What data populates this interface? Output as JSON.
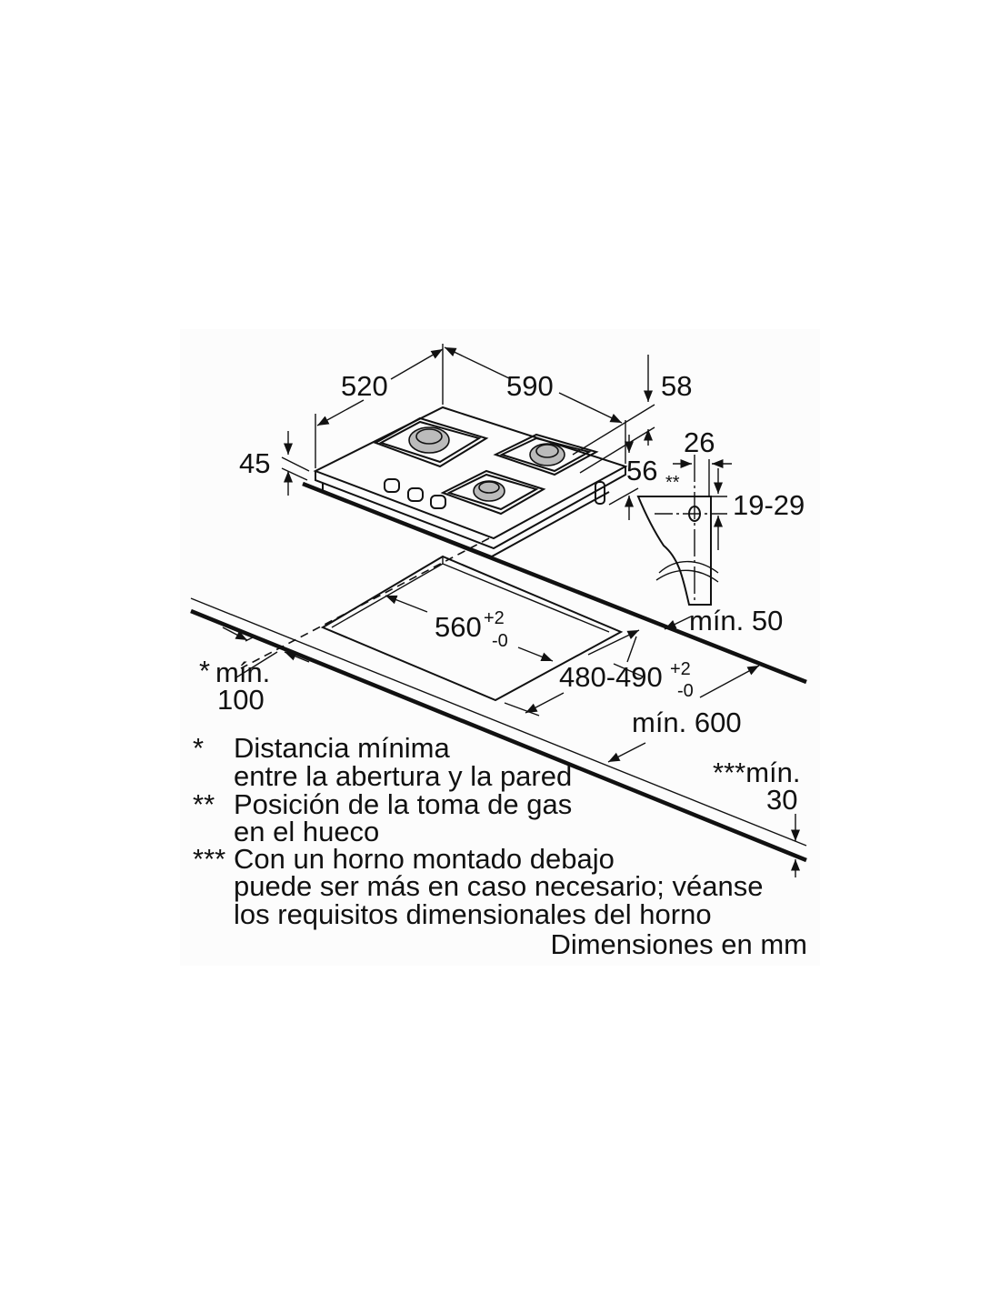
{
  "dimensions": {
    "depth": "520",
    "width": "590",
    "top_to_grid": "58",
    "height_total": "45",
    "side_offset": "26",
    "depth_under": "56",
    "gas_marker": "**",
    "gas_height": "19-29",
    "cutout_width": "560",
    "cutout_width_tol_plus": "+2",
    "cutout_width_tol_minus": "-0",
    "cutout_depth": "480-490",
    "cutout_depth_tol_plus": "+2",
    "cutout_depth_tol_minus": "-0",
    "min_back": "mín. 50",
    "min_wall_marker": "*",
    "min_wall_label": "mín.",
    "min_wall_value": "100",
    "min_worktop": "mín. 600",
    "min_thickness_label": "***mín.",
    "min_thickness_value": "30"
  },
  "notes": [
    {
      "marker": "*",
      "lines": [
        "Distancia mínima",
        "entre la abertura y la pared"
      ]
    },
    {
      "marker": "**",
      "lines": [
        "Posición de la toma de gas",
        "en el hueco"
      ]
    },
    {
      "marker": "***",
      "lines": [
        "Con un horno montado debajo",
        "puede ser más en caso necesario; véanse",
        "los requisitos dimensionales del horno"
      ]
    }
  ],
  "units_note": "Dimensiones en mm"
}
